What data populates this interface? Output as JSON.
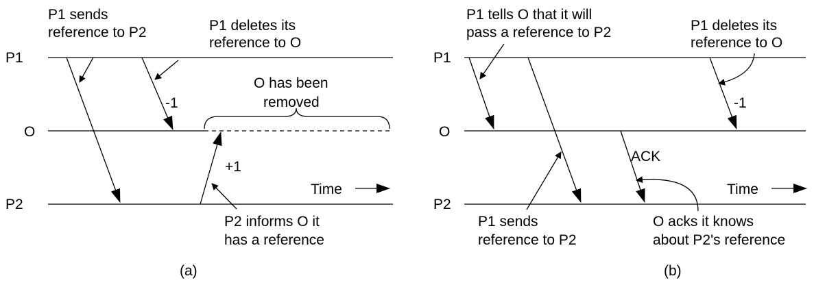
{
  "panel_a": {
    "caption": "(a)",
    "process_labels": {
      "p1": "P1",
      "o": "O",
      "p2": "P2"
    },
    "annotations": {
      "send_ref_1": "P1 sends",
      "send_ref_2": "reference to P2",
      "delete_ref_1": "P1 deletes its",
      "delete_ref_2": "reference to O",
      "removed_1": "O has been",
      "removed_2": "removed",
      "minus_one": "-1",
      "plus_one": "+1",
      "time": "Time",
      "inform_1": "P2 informs O it",
      "inform_2": "has a reference"
    }
  },
  "panel_b": {
    "caption": "(b)",
    "process_labels": {
      "p1": "P1",
      "o": "O",
      "p2": "P2"
    },
    "annotations": {
      "tell_1": "P1 tells O that it will",
      "tell_2": "pass a reference to P2",
      "delete_ref_1": "P1 deletes its",
      "delete_ref_2": "reference to O",
      "minus_one": "-1",
      "ack": "ACK",
      "time": "Time",
      "send_ref_1": "P1 sends",
      "send_ref_2": "reference to P2",
      "ack_knows_1": "O acks it knows",
      "ack_knows_2": "about P2's reference"
    }
  }
}
